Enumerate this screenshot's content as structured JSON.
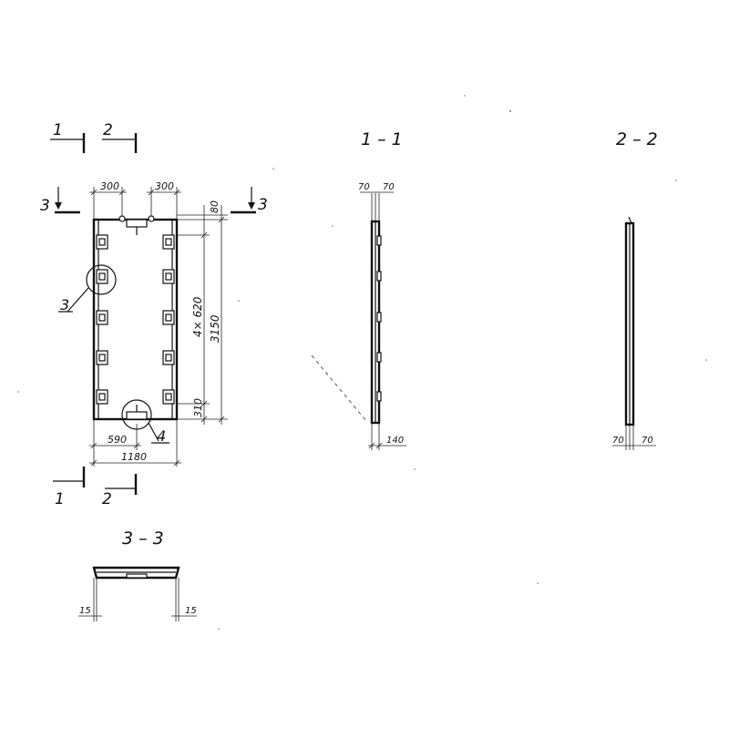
{
  "sections": {
    "s1": "1 – 1",
    "s2": "2 – 2",
    "s3": "3 – 3"
  },
  "cut_marks": {
    "cut1": "1",
    "cut2": "2",
    "cut3": "3"
  },
  "plan": {
    "dim_top_left": "300",
    "dim_top_right": "300",
    "dim_top_offset": "80",
    "dim_spacing": "4× 620",
    "dim_height": "3150",
    "dim_bottom_offset": "310",
    "dim_half_width": "590",
    "dim_width": "1180",
    "callout_3": "3",
    "callout_4": "4"
  },
  "section_1_1": {
    "dim_left": "70",
    "dim_right": "70",
    "dim_bottom": "140"
  },
  "section_2_2": {
    "dim_left": "70",
    "dim_right": "70"
  },
  "section_3_3": {
    "dim_left": "15",
    "dim_right": "15"
  }
}
